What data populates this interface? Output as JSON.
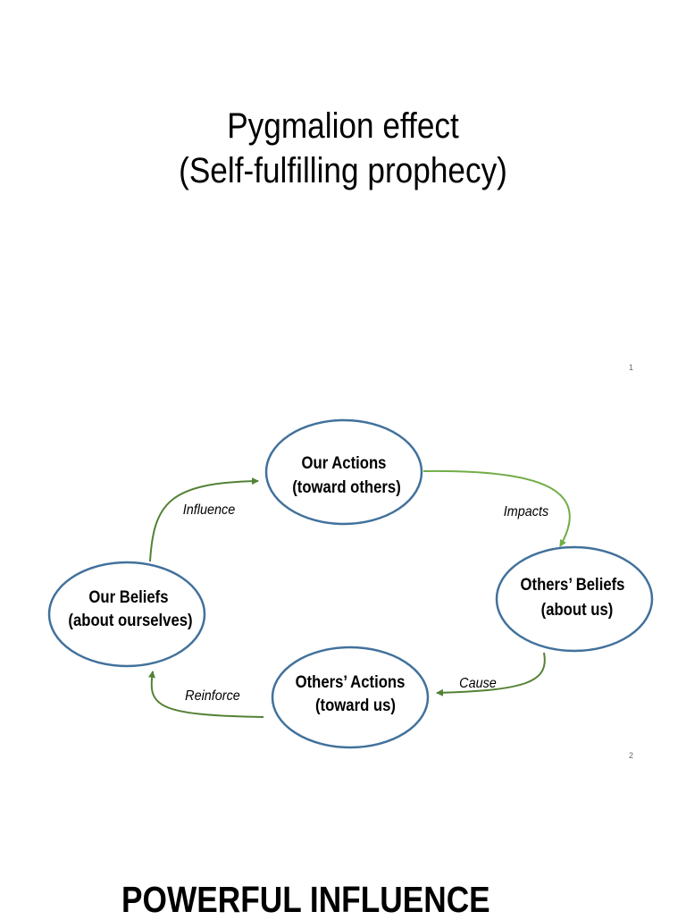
{
  "slide1": {
    "title_line1": "Pygmalion effect",
    "title_line2": "(Self-fulfilling prophecy)",
    "page_number": "1"
  },
  "slide2": {
    "page_number": "2",
    "nodes": {
      "our_actions": {
        "line1": "Our Actions",
        "line2": "(toward others)"
      },
      "others_beliefs": {
        "line1": "Others’ Beliefs",
        "line2": "(about us)"
      },
      "others_actions": {
        "line1": "Others’ Actions",
        "line2": "(toward us)"
      },
      "our_beliefs": {
        "line1": "Our Beliefs",
        "line2": "(about ourselves)"
      }
    },
    "edges": {
      "impacts": "Impacts",
      "cause": "Cause",
      "reinforce": "Reinforce",
      "influence": "Influence"
    },
    "colors": {
      "ellipse_stroke": "#41719c",
      "arrow_light_green": "#70ad47",
      "arrow_dark_green": "#548235"
    }
  },
  "slide3": {
    "heading": "POWERFUL INFLUENCE"
  }
}
